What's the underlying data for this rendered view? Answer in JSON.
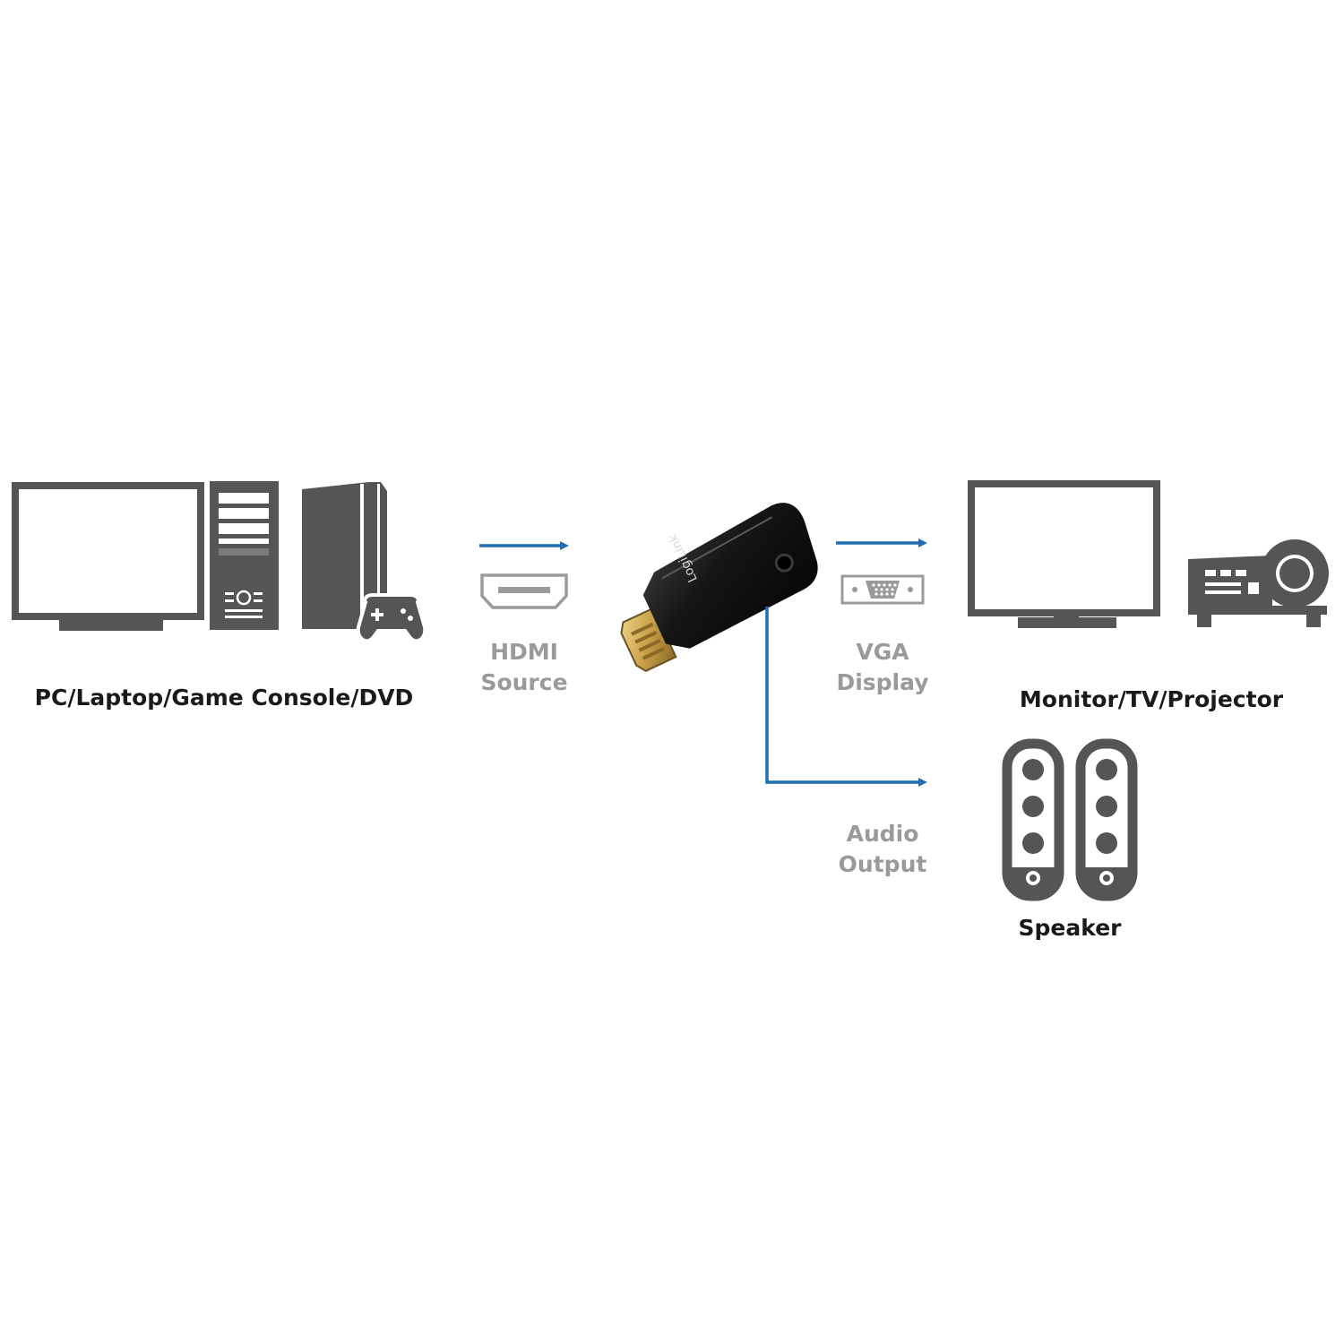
{
  "labels": {
    "source_devices": "PC/Laptop/Game Console/DVD",
    "hdmi_line1": "HDMI",
    "hdmi_line2": "Source",
    "vga_line1": "VGA",
    "vga_line2": "Display",
    "audio_line1": "Audio",
    "audio_line2": "Output",
    "display_devices": "Monitor/TV/Projector",
    "speaker": "Speaker"
  },
  "adapter_brand": "LogiLink",
  "icons": [
    "monitor-icon",
    "pc-tower-icon",
    "game-console-icon",
    "gamepad-icon",
    "hdmi-port-icon",
    "hdmi-vga-adapter",
    "vga-port-icon",
    "tv-monitor-icon",
    "projector-icon",
    "speaker-icon"
  ],
  "colors": {
    "icon": "#555555",
    "arrow": "#1f6fb2",
    "muted_text": "#9a9a9a",
    "dark_text": "#1a1a1a",
    "adapter": "#151515",
    "gold": "#c9a24a"
  }
}
